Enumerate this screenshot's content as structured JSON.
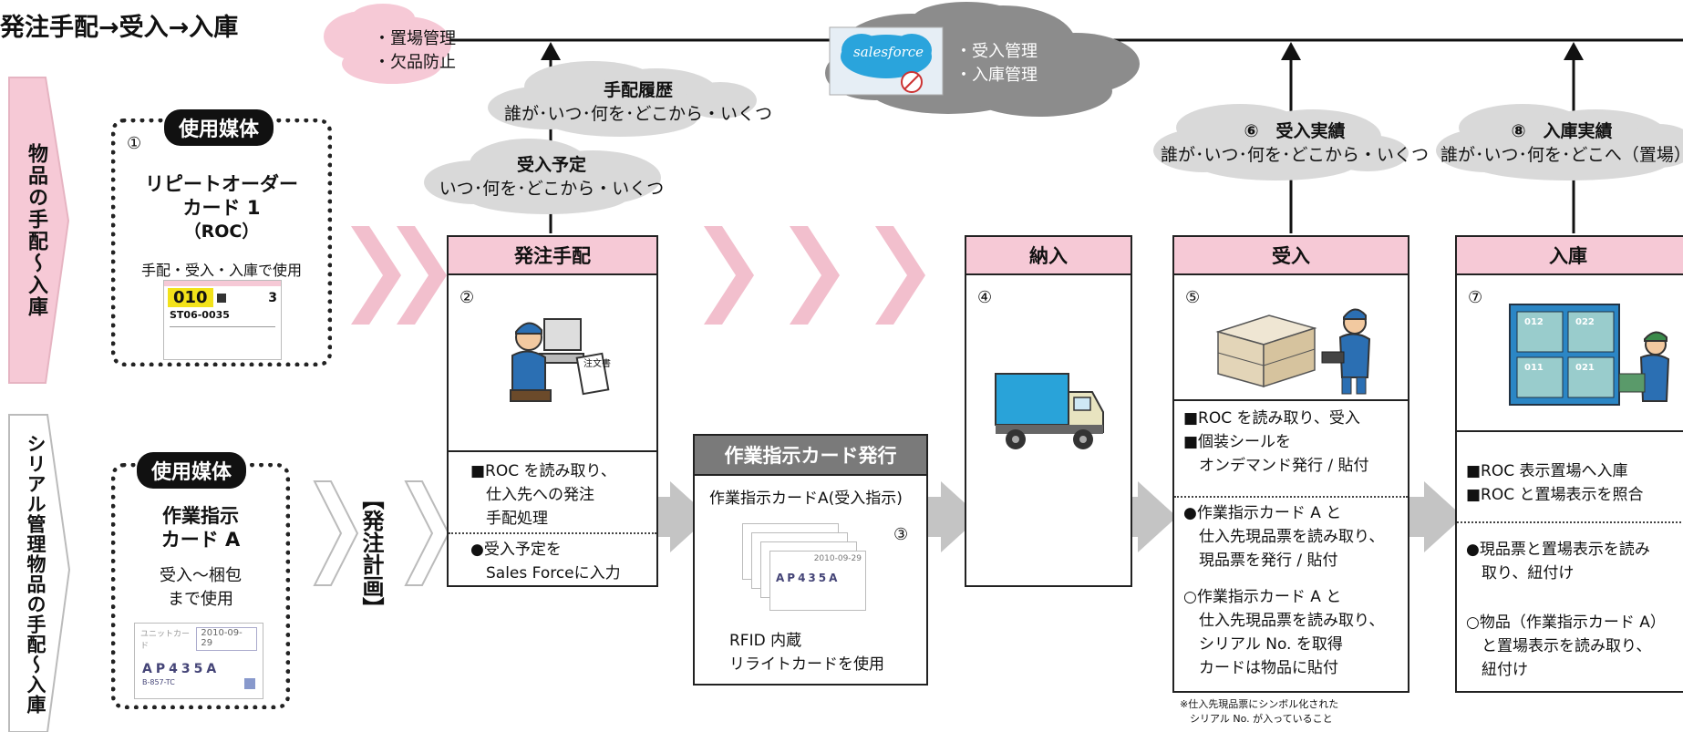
{
  "title": "発注手配→受入→入庫",
  "colors": {
    "pink": "#f6c9d6",
    "cloud_grey": "#d9d9d9",
    "cloud_dark": "#8c8c8c",
    "chevron": "#f2bfcd",
    "arrow_grey": "#c4c4c4"
  },
  "lanes": {
    "goods": "物品の手配～入庫",
    "serial": "シリアル管理物品の手配～入庫"
  },
  "clouds": {
    "placement": [
      "・置場管理",
      "・欠品防止"
    ],
    "salesforce_logo": "salesforce",
    "salesforce_items": [
      "・受入管理",
      "・入庫管理"
    ],
    "order_history": {
      "title": "手配履歴",
      "text": "誰が･いつ･何を･どこから・いくつ"
    },
    "receipt_plan": {
      "title": "受入予定",
      "text": "いつ･何を･どこから・いくつ"
    },
    "receipt_result": {
      "title": "⑥　受入実績",
      "text": "誰が･いつ･何を･どこから・いくつ"
    },
    "stock_result": {
      "title": "⑧　入庫実績",
      "text": "誰が･いつ･何を･どこへ（置場）"
    }
  },
  "media1": {
    "tag": "使用媒体",
    "num": "①",
    "name": [
      "リピートオーダー",
      "カード 1",
      "（ROC）"
    ],
    "usage": "手配・受入・入庫で使用",
    "card": {
      "code": "010",
      "qty": "3",
      "part": "ST06-0035"
    }
  },
  "media2": {
    "tag": "使用媒体",
    "name": [
      "作業指示",
      "カード A"
    ],
    "usage": [
      "受入～梱包",
      "まで使用"
    ],
    "card": {
      "date": "2010-09-29",
      "code": "AP435A",
      "sub": "B-857-TC",
      "label": "ユニットカード"
    }
  },
  "plan_label": "【発注計画】",
  "order": {
    "head": "発注手配",
    "num": "②",
    "lines": [
      "■ROC を読み取り、",
      "　仕入先への発注",
      "　手配処理"
    ],
    "lines2": [
      "●受入予定を",
      "　Sales Forceに入力"
    ],
    "doc": "注文書"
  },
  "workcard": {
    "head": "作業指示カード発行",
    "sub": "作業指示カードA(受入指示)",
    "num": "③",
    "card_code": "AP435A",
    "card_date": "2010-09-29",
    "footer": [
      "RFID 内蔵",
      "リライトカードを使用"
    ]
  },
  "delivery": {
    "head": "納入",
    "num": "④"
  },
  "receive": {
    "head": "受入",
    "num": "⑤",
    "lines": [
      "■ROC を読み取り、受入",
      "■個装シールを",
      "　オンデマンド発行 / 貼付"
    ],
    "lines2": [
      "●作業指示カード A と",
      "　仕入先現品票を読み取り、",
      "　現品票を発行 / 貼付"
    ],
    "lines3": [
      "○作業指示カード A と",
      "　仕入先現品票を読み取り、",
      "　シリアル No. を取得",
      "　カードは物品に貼付"
    ],
    "note": [
      "※仕入先現品票にシンボル化された",
      "　シリアル No. が入っていること"
    ]
  },
  "stock": {
    "head": "入庫",
    "num": "⑦",
    "shelf_labels": [
      "012",
      "022",
      "011",
      "021"
    ],
    "lines": [
      "■ROC 表示置場へ入庫",
      "■ROC と置場表示を照合"
    ],
    "lines2": [
      "●現品票と置場表示を読み",
      "　取り、紐付け"
    ],
    "lines3": [
      "○物品（作業指示カード A）",
      "　と置場表示を読み取り、",
      "　紐付け"
    ]
  }
}
